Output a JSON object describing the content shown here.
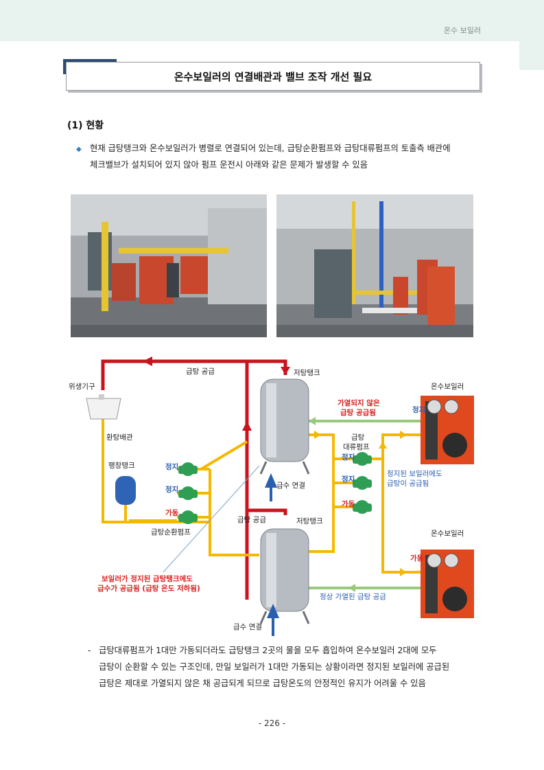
{
  "header": {
    "category": "온수 보일러"
  },
  "title": "온수보일러의 연결배관과 밸브 조작 개선 필요",
  "section": {
    "heading": "(1) 현황"
  },
  "bullet": {
    "line1": "현재 급탕탱크와 온수보일러가 병렬로 연결되어 있는데, 급탕순환펌프와 급탕대류펌프의 토출측 배관에",
    "line2": "체크밸브가 설치되어 있지 않아 펌프 운전시 아래와 같은 문제가 발생할 수 있음"
  },
  "diagram": {
    "supply_top": "급탕 공급",
    "storage_tank_top": "저탕탱크",
    "sanitary": "위생기구",
    "boiler_top": "온수보일러",
    "unheated_1": "가열되지 않은",
    "unheated_2": "급탕 공급됨",
    "stop_boiler": "정지",
    "return_pipe": "환탕배관",
    "conv_pump_1": "급탕",
    "conv_pump_2": "대류펌프",
    "stop_1": "정지",
    "stop_2": "정지",
    "stop_3": "정지",
    "stop_4": "정지",
    "expansion_tank": "팽창탱크",
    "stopped_boiler_1": "정지된 보일러에도",
    "stopped_boiler_2": "급탕이 공급됨",
    "water_conn_1": "급수 연결",
    "run_1": "가동",
    "run_2": "가동",
    "run_boiler": "가동",
    "supply_mid": "급탕 공급",
    "storage_tank_bottom": "저탕탱크",
    "circ_pump": "급탕순환펌프",
    "boiler_bottom": "온수보일러",
    "warn_1": "보일러가 정지된 급탕탱크에도",
    "warn_2": "급수가 공급됨 (급탕 온도 저하됨)",
    "normal_supply": "정상 가열된 급탕 공급",
    "water_conn_2": "급수 연결",
    "colors": {
      "hot": "#c8141c",
      "pipe": "#f5b800",
      "heated": "#98c87a",
      "stop": "#2a5fb0",
      "run": "#d81e1e",
      "pump": "#2f9e55"
    }
  },
  "dash_para": {
    "line1": "급탕대류펌프가 1대만 가동되더라도 급탕탱크 2곳의 물을 모두 흡입하여 온수보일러 2대에 모두",
    "line2": "급탕이 순환할 수 있는 구조인데, 만일 보일러가 1대만 가동되는 상황이라면 정지된 보일러에 공급된",
    "line3": "급탕은 제대로 가열되지 않은 채 공급되게 되므로 급탕온도의 안정적인 유지가 어려울 수 있음"
  },
  "page_number": "- 226 -"
}
